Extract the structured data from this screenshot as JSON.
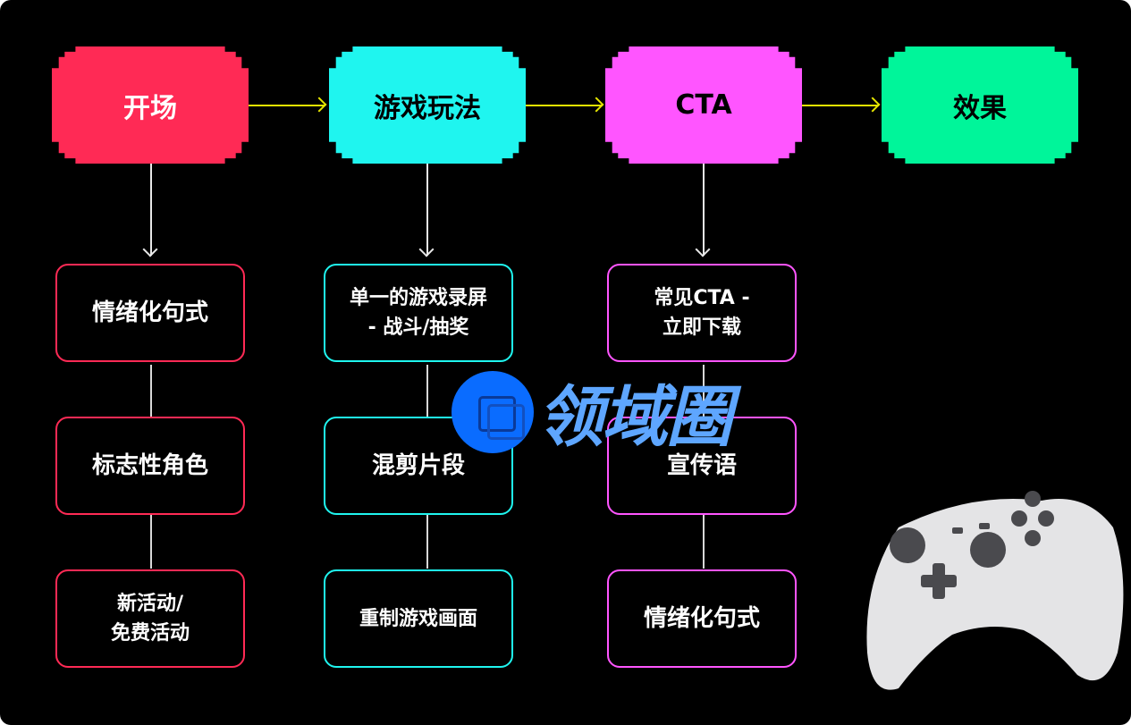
{
  "colors": {
    "opening": "#ff2a55",
    "gameplay": "#1ff5ef",
    "cta": "#ff55ff",
    "effect": "#00f59a",
    "arrow": "#e6e600"
  },
  "stages": [
    {
      "label": "开场",
      "items": [
        "情绪化句式",
        "标志性角色",
        "新活动/\n免费活动"
      ]
    },
    {
      "label": "游戏玩法",
      "items": [
        "单一的游戏录屏\n- 战斗/抽奖",
        "混剪片段",
        "重制游戏画面"
      ]
    },
    {
      "label": "CTA",
      "items": [
        "常见CTA -\n立即下载",
        "宣传语",
        "情绪化句式"
      ]
    },
    {
      "label": "效果",
      "items": []
    }
  ],
  "watermark": {
    "text": "领域圈"
  }
}
